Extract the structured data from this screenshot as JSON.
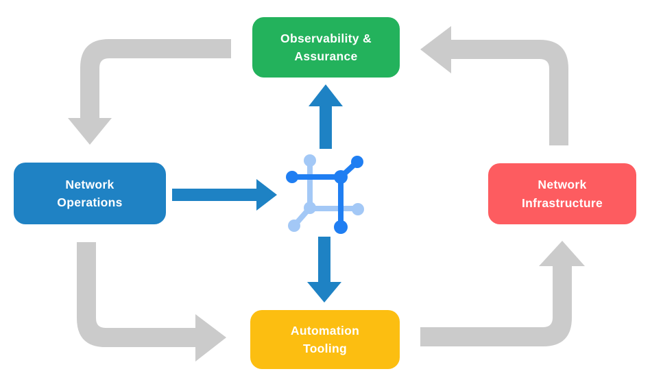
{
  "colors": {
    "green": "#23b25c",
    "blue": "#1f82c4",
    "red": "#fd5c60",
    "yellow": "#fcbe11",
    "arrow_gray": "#cbcbcb",
    "arrow_blue": "#1e82c4",
    "icon_dark": "#1f7ef2",
    "icon_light": "#a3c8f6",
    "label_text": "#ffffff"
  },
  "nodes": [
    {
      "id": "observability",
      "label": "Observability &\nAssurance",
      "color": "#23b25c"
    },
    {
      "id": "operations",
      "label": "Network\nOperations",
      "color": "#1f82c4"
    },
    {
      "id": "infrastructure",
      "label": "Network\nInfrastructure",
      "color": "#fd5c60"
    },
    {
      "id": "automation",
      "label": "Automation\nTooling",
      "color": "#fcbe11"
    }
  ],
  "center_icon": "connected-network-nodes-icon",
  "arrows": [
    {
      "from": "observability",
      "to": "operations",
      "style": "gray-elbow",
      "direction": "left-then-down"
    },
    {
      "from": "infrastructure",
      "to": "observability",
      "style": "gray-elbow",
      "direction": "up-then-left"
    },
    {
      "from": "operations",
      "to": "automation",
      "style": "gray-elbow",
      "direction": "down-then-right"
    },
    {
      "from": "automation",
      "to": "infrastructure",
      "style": "gray-elbow",
      "direction": "right-then-up"
    },
    {
      "from": "operations",
      "to": "center-icon",
      "style": "blue-straight",
      "direction": "right"
    },
    {
      "from": "center-icon",
      "to": "observability",
      "style": "blue-straight",
      "direction": "up"
    },
    {
      "from": "center-icon",
      "to": "automation",
      "style": "blue-straight",
      "direction": "down"
    }
  ]
}
